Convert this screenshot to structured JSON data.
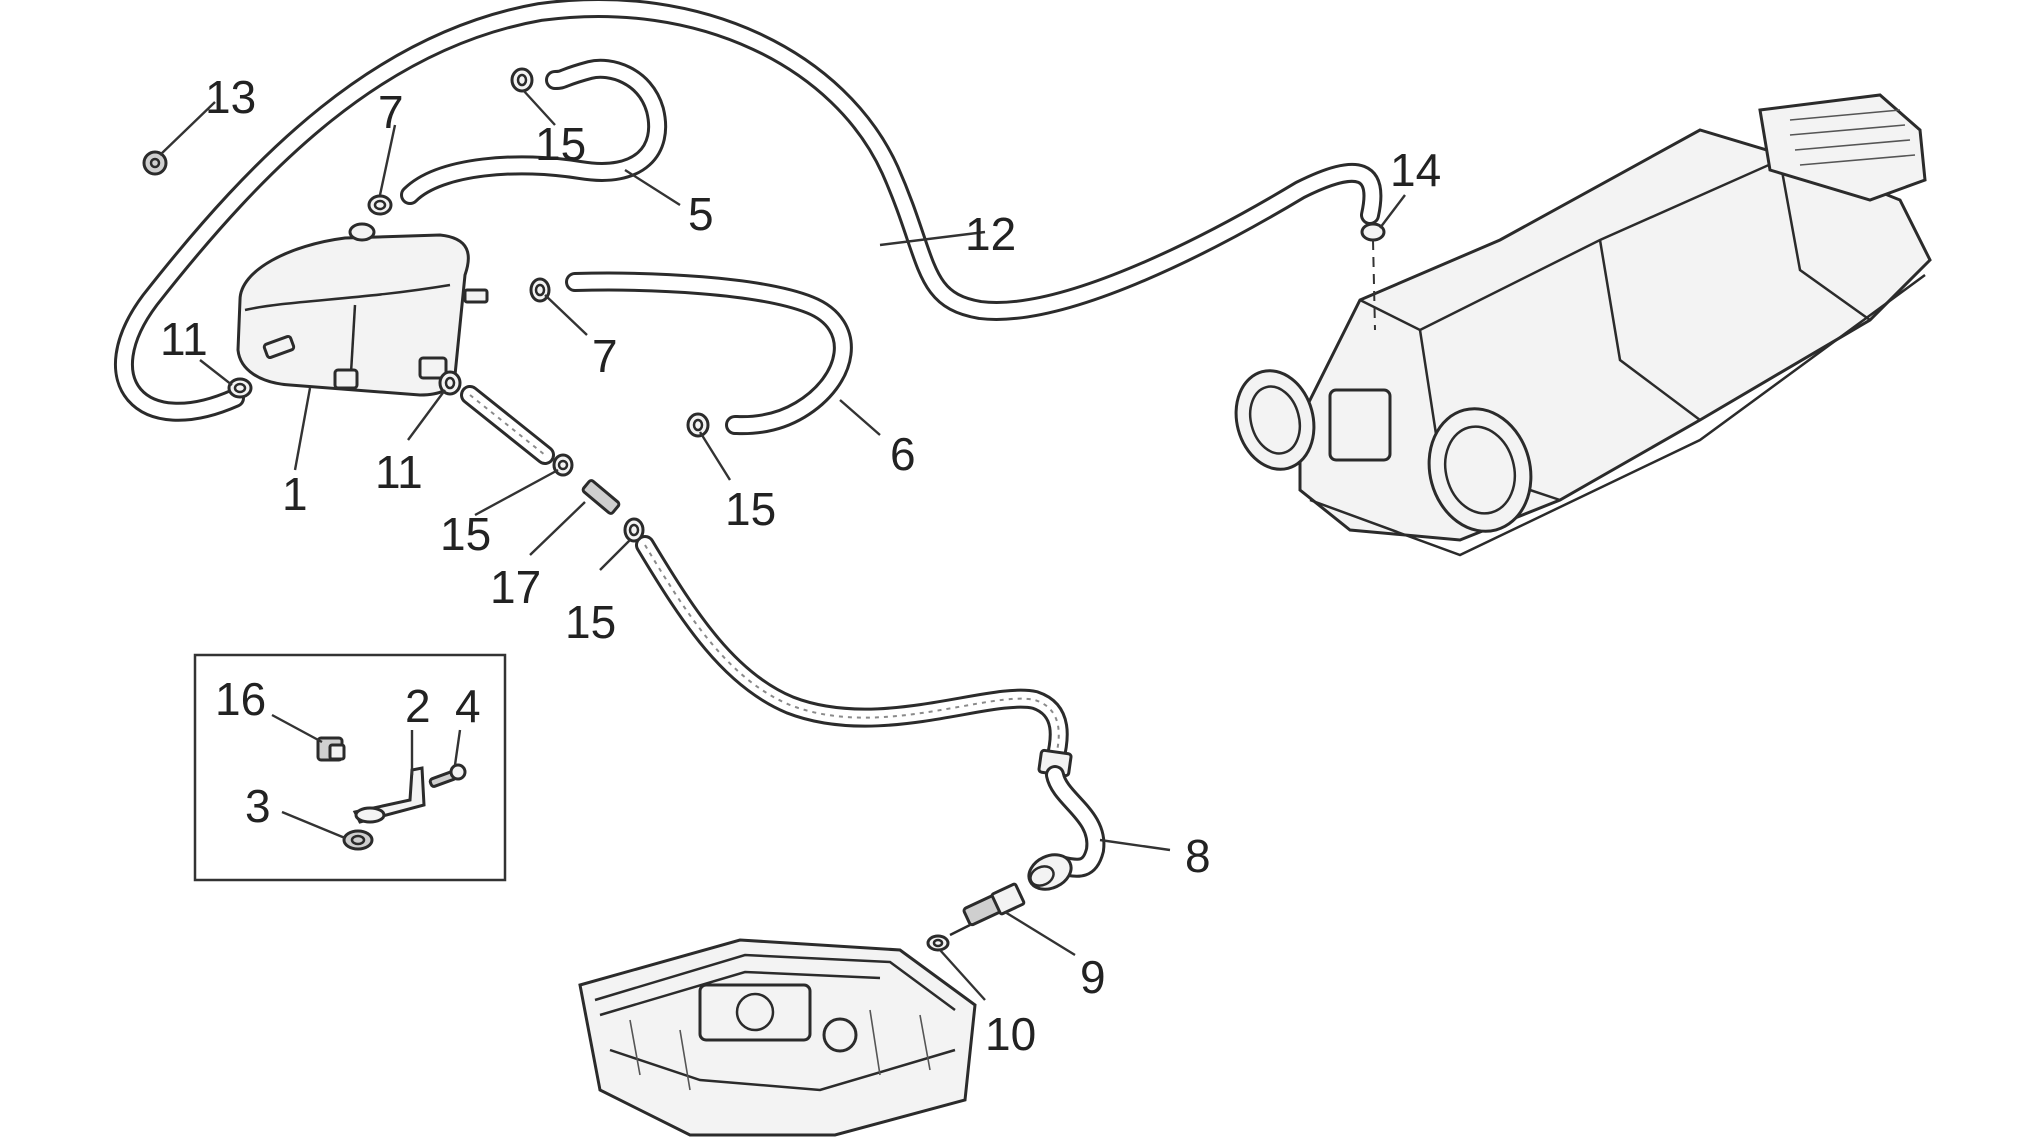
{
  "callouts": {
    "c1": "1",
    "c2": "2",
    "c3": "3",
    "c4": "4",
    "c5": "5",
    "c6": "6",
    "c7a": "7",
    "c7b": "7",
    "c8": "8",
    "c9": "9",
    "c10": "10",
    "c11a": "11",
    "c11b": "11",
    "c12": "12",
    "c13": "13",
    "c14": "14",
    "c15a": "15",
    "c15b": "15",
    "c15c": "15",
    "c15d": "15",
    "c16": "16",
    "c17": "17"
  },
  "colors": {
    "line": "#2b2b2b",
    "part_fill": "#f3f3f3",
    "background": "#ffffff"
  }
}
